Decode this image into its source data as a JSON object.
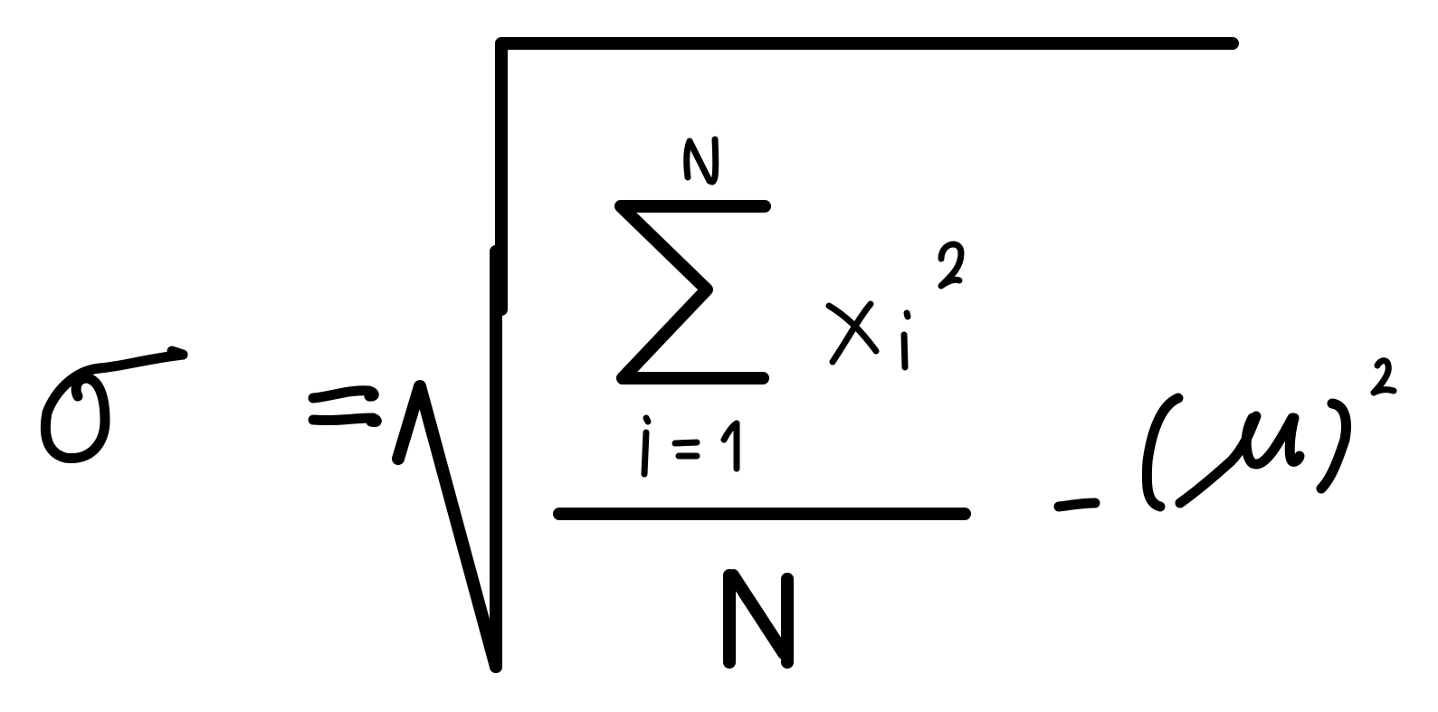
{
  "formula": {
    "lhs": "σ",
    "equals": "=",
    "sum_upper": "N",
    "sum_symbol": "Σ",
    "summand": "x",
    "summand_sub": "i",
    "summand_exp": "2",
    "sum_lower_var": "i",
    "sum_lower_eq": "=",
    "sum_lower_val": "1",
    "denominator": "N",
    "minus": "-",
    "open_paren": "(",
    "mean": "μ",
    "close_paren": ")",
    "mean_exp": "2"
  },
  "colors": {
    "ink": "#000000",
    "background": "#ffffff"
  }
}
